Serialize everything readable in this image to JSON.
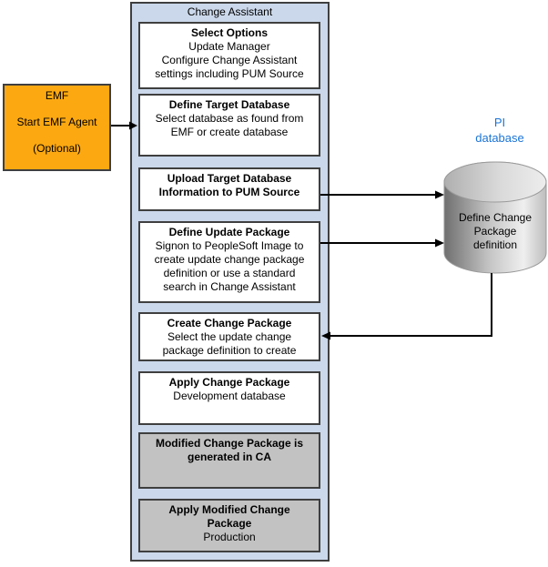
{
  "diagram": {
    "title": "Change Assistant",
    "emf": {
      "lines": [
        "EMF",
        "Start EMF Agent",
        "(Optional)"
      ]
    },
    "steps": [
      {
        "name": "select-options",
        "style": "white",
        "title_lines": [
          "Select Options"
        ],
        "body_lines": [
          "Update Manager",
          "Configure Change Assistant",
          "settings including PUM Source"
        ]
      },
      {
        "name": "define-target-database",
        "style": "white",
        "title_lines": [
          "Define Target Database"
        ],
        "body_lines": [
          "Select database as found from",
          "EMF or create database"
        ]
      },
      {
        "name": "upload-target-database",
        "style": "white",
        "title_lines": [
          "Upload Target Database",
          "Information to PUM Source"
        ],
        "body_lines": []
      },
      {
        "name": "define-update-package",
        "style": "white",
        "title_lines": [
          "Define Update Package"
        ],
        "body_lines": [
          "Signon to PeopleSoft Image to",
          "create update change package",
          "definition or use a standard",
          "search in Change Assistant"
        ]
      },
      {
        "name": "create-change-package",
        "style": "white",
        "title_lines": [
          "Create Change Package"
        ],
        "body_lines": [
          "Select the update change",
          "package definition to create"
        ]
      },
      {
        "name": "apply-change-package",
        "style": "white",
        "title_lines": [
          "Apply Change Package"
        ],
        "body_lines": [
          "Development database"
        ]
      },
      {
        "name": "modified-change-package-generated",
        "style": "gray",
        "title_lines": [
          "Modified Change Package is",
          "generated in CA"
        ],
        "body_lines": []
      },
      {
        "name": "apply-modified-change-package",
        "style": "gray",
        "title_lines": [
          "Apply Modified Change",
          "Package"
        ],
        "body_lines": [
          "Production"
        ]
      }
    ],
    "pi_database": {
      "caption_lines": [
        "PI",
        "database"
      ],
      "cylinder_label_lines": [
        "Define Change",
        "Package",
        "definition"
      ]
    },
    "arrows": [
      {
        "name": "arrow-emf-to-change-assistant"
      },
      {
        "name": "arrow-upload-to-pi-database"
      },
      {
        "name": "arrow-define-update-to-pi-database"
      },
      {
        "name": "arrow-pi-database-to-create-change-package"
      }
    ],
    "colors": {
      "container_fill": "#CBD8EB",
      "step_gray_fill": "#C2C2C2",
      "emf_fill": "#FCA811",
      "pi_caption_blue": "#1B74D6",
      "border_dark": "#3F3F3F",
      "arrow_black": "#000000"
    }
  }
}
